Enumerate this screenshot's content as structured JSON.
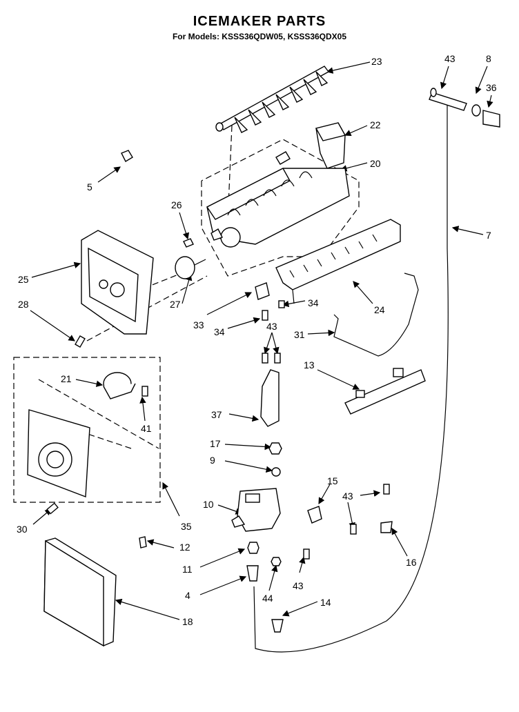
{
  "diagram": {
    "title": "ICEMAKER PARTS",
    "subtitle": "For Models: KSSS36QDW05, KSSS36QDX05",
    "callouts": [
      "43",
      "8",
      "36",
      "23",
      "22",
      "20",
      "7",
      "5",
      "26",
      "25",
      "28",
      "27",
      "33",
      "34",
      "34",
      "43",
      "24",
      "31",
      "13",
      "21",
      "41",
      "37",
      "17",
      "9",
      "15",
      "43",
      "10",
      "30",
      "35",
      "12",
      "16",
      "11",
      "43",
      "4",
      "44",
      "14",
      "18"
    ]
  }
}
